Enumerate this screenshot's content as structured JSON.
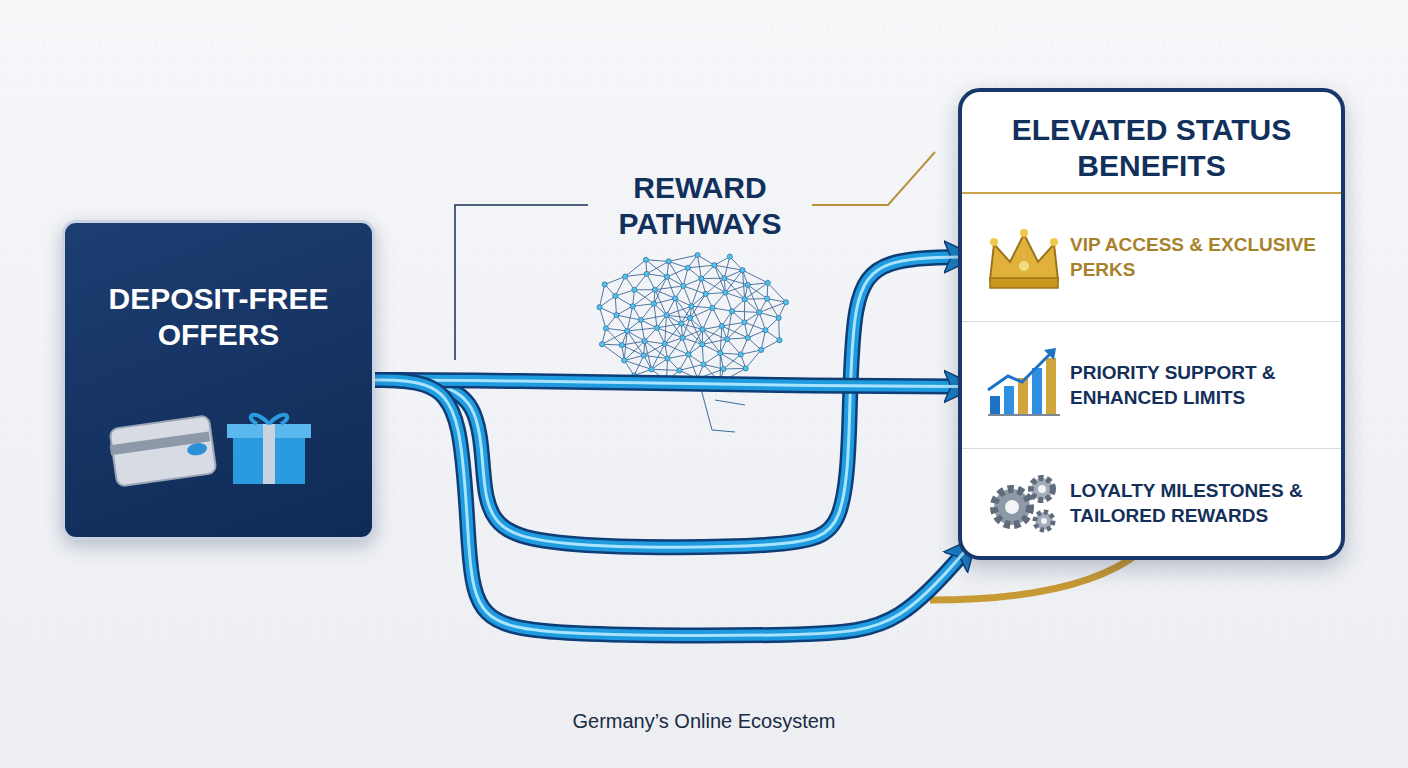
{
  "diagram": {
    "caption": "Germany’s Online Ecosystem",
    "nodes": [
      {
        "text": [
          "DEPOSIT-FREE OFFERS"
        ]
      },
      {
        "text": [
          "ELEVATED STATUS BENEFITS"
        ]
      },
      {
        "text": [
          "VIP ACCESS & EXCLUSIVE PERKS"
        ],
        "in": 1
      },
      {
        "text": [
          "PRIORITY SUPPORT & ENHANCED LIMITS"
        ],
        "in": 1
      },
      {
        "text": [
          "LOYALTY MILESTONES & TAILORED REWARDS"
        ],
        "in": 1
      }
    ],
    "edges": [
      {
        "from": 0,
        "to": 2,
        "arrow": "to"
      },
      {
        "from": 0,
        "to": 3,
        "arrow": "to"
      },
      {
        "from": 0,
        "to": 4,
        "arrow": "to"
      }
    ],
    "labels": [
      "REWARD PATHWAYS"
    ]
  }
}
